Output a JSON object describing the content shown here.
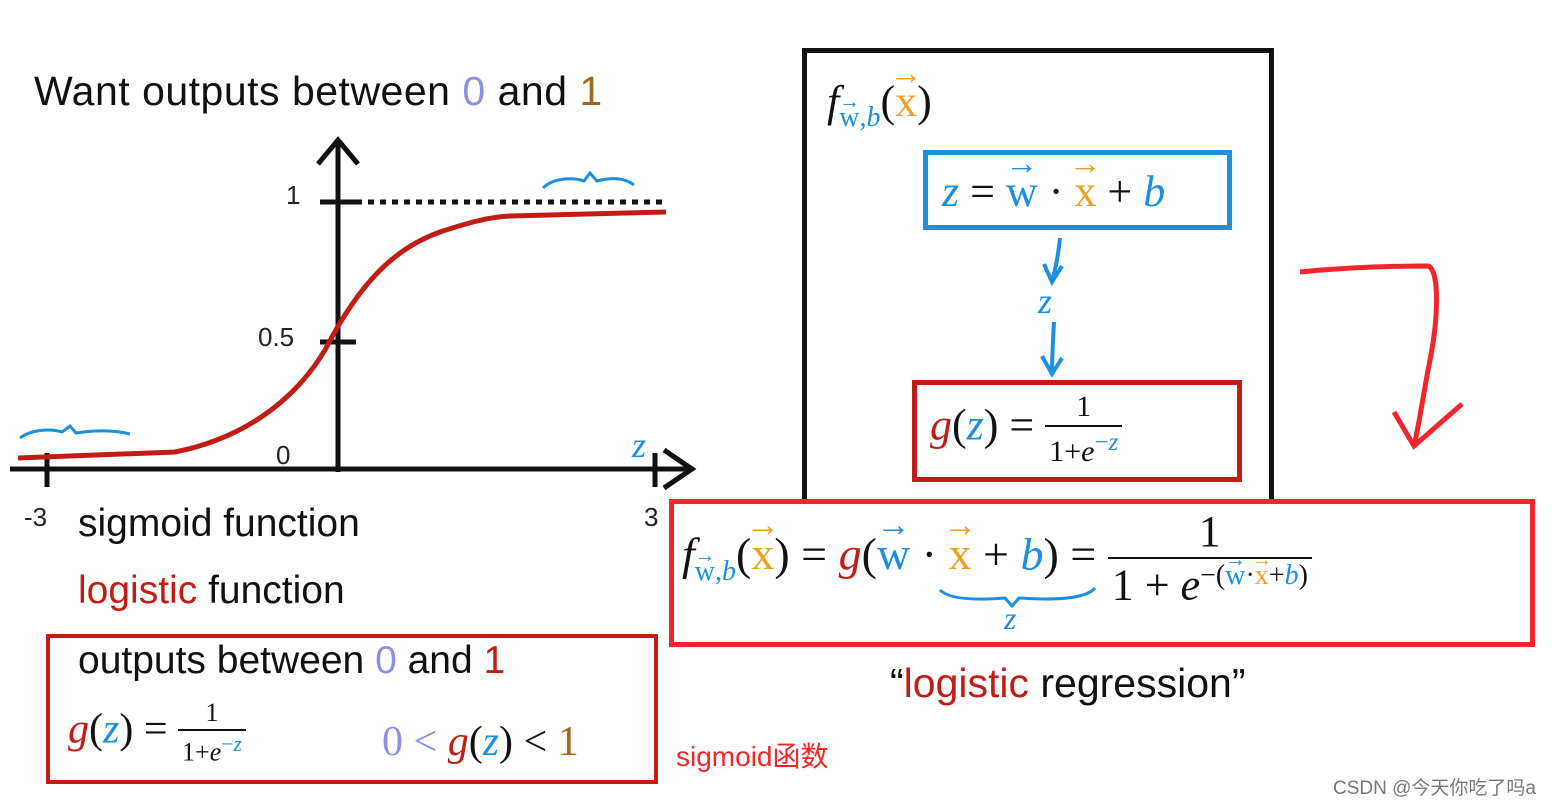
{
  "headline": {
    "prefix": "Want outputs between",
    "zero": "0",
    "and": "and",
    "one": "1"
  },
  "graph": {
    "y_tick_1": "1",
    "y_tick_half": "0.5",
    "y_tick_0": "0",
    "x_tick_left": "-3",
    "x_tick_right": "3",
    "x_axis_var": "z"
  },
  "labels": {
    "sigmoid": "sigmoid function",
    "logistic_word": "logistic",
    "function_word": "function"
  },
  "box_left": {
    "title_prefix": "outputs between",
    "zero": "0",
    "and": "and",
    "one": "1",
    "ineq_zero": "0",
    "ineq_one": "1"
  },
  "sigmoid_cn": "sigmoid函数",
  "right_panel": {
    "arrow_z": "z"
  },
  "regression": {
    "open_quote": "“",
    "logistic": "logistic",
    "rest": "regression”"
  },
  "watermark": "CSDN @今天你吃了吗a",
  "colors": {
    "blue": "#1b8fe0",
    "purple": "#8c8fe6",
    "brown": "#a0671b",
    "red": "#c21d15",
    "orange": "#f0a020",
    "csdn_red": "#f0262a"
  }
}
